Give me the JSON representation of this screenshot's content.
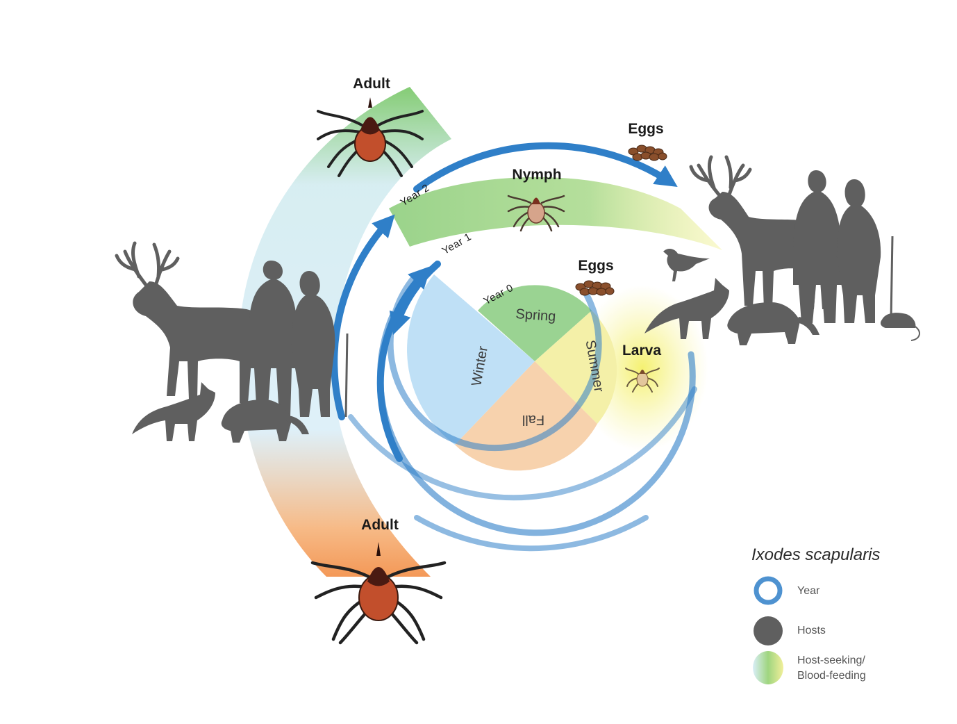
{
  "diagram": {
    "title": "Ixodes scapularis",
    "seasons": {
      "spring": "Spring",
      "summer": "Summer",
      "fall": "Fall",
      "winter": "Winter"
    },
    "years": {
      "year0": "Year 0",
      "year1": "Year 1",
      "year2": "Year 2"
    },
    "stages": {
      "adult_top": "Adult",
      "eggs_top": "Eggs",
      "nymph": "Nymph",
      "eggs_inner": "Eggs",
      "larva": "Larva",
      "adult_bottom": "Adult"
    },
    "legend": {
      "title": "Ixodes scapularis",
      "year": "Year",
      "hosts": "Hosts",
      "host_seeking_1": "Host-seeking/",
      "host_seeking_2": "Blood-feeding"
    },
    "colors": {
      "ring_blue": "#2f7fc8",
      "spring_green": "#8fce86",
      "summer_yellow": "#f4f0a8",
      "fall_peach": "#f7d2ad",
      "winter_blue": "#bfe0f6",
      "host_gray": "#5f5f5f",
      "tick_red": "#b5452a"
    },
    "icons": {
      "year": "ring-icon",
      "hosts": "circle-icon",
      "host_seeking": "gradient-blob-icon"
    }
  }
}
